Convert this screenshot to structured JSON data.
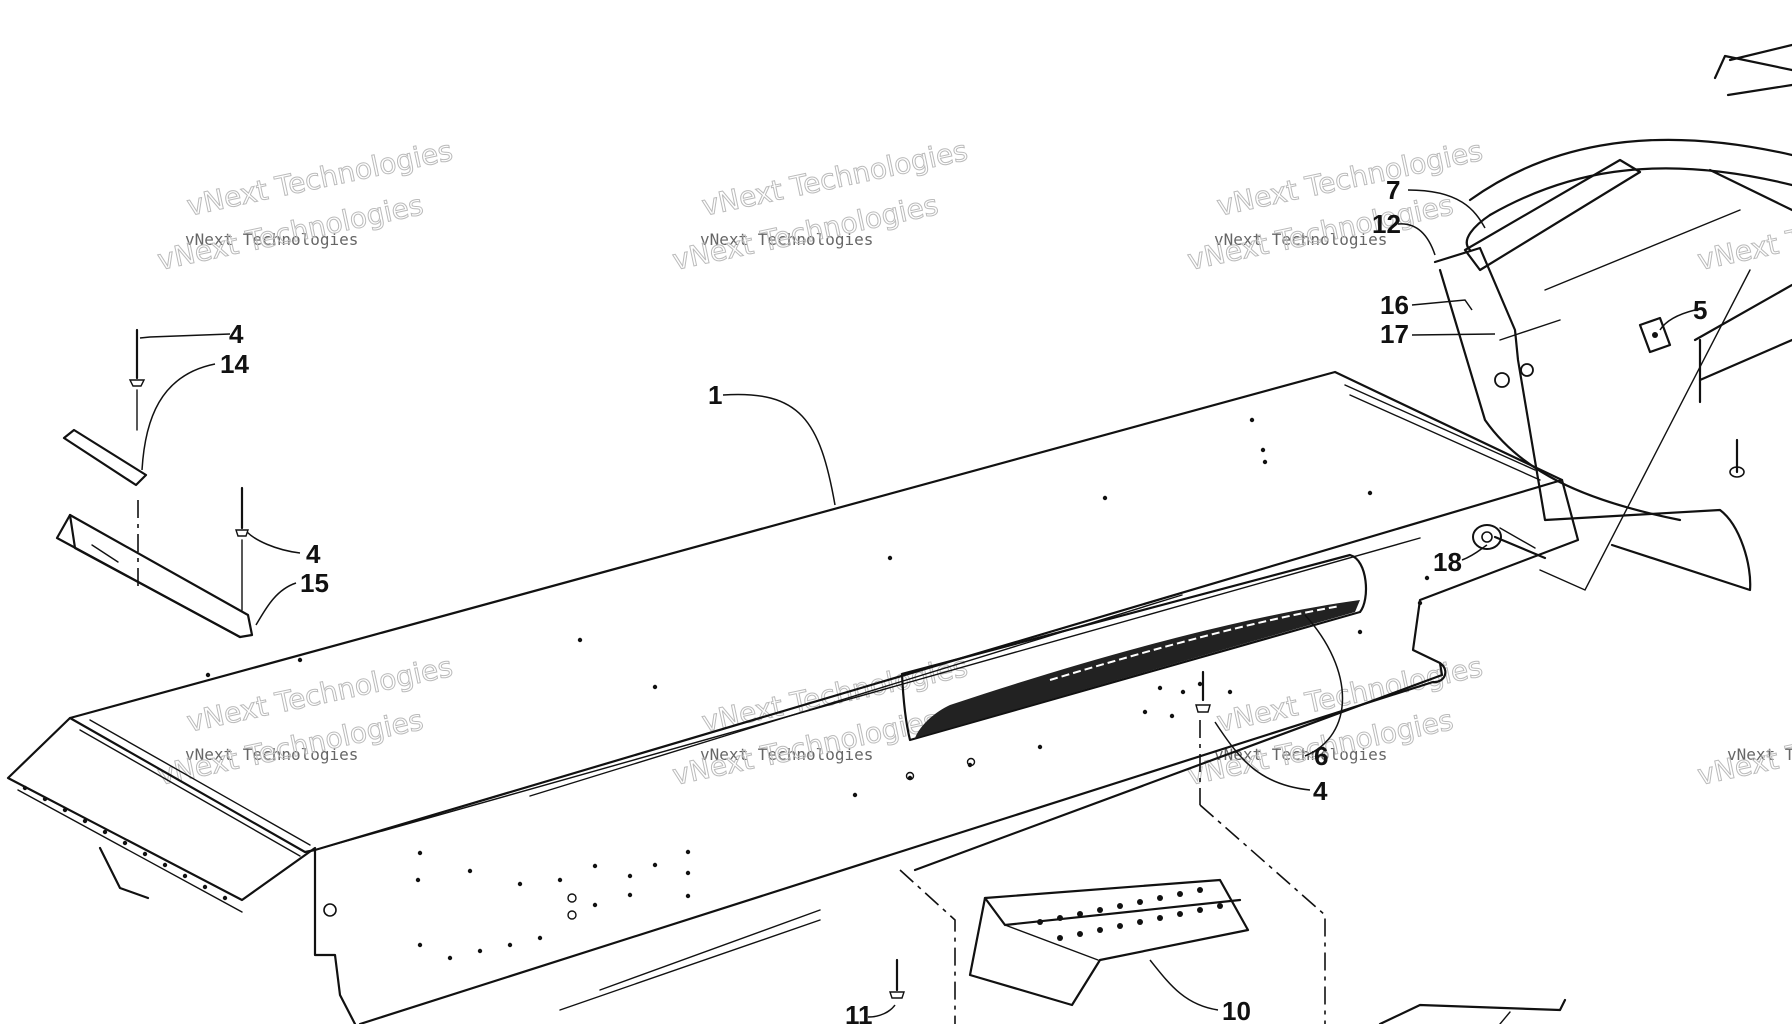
{
  "callouts": {
    "c1": "1",
    "c4a": "4",
    "c14": "14",
    "c4b": "4",
    "c15": "15",
    "c7": "7",
    "c12": "12",
    "c16": "16",
    "c17": "17",
    "c5": "5",
    "c18": "18",
    "c6": "6",
    "c4c": "4",
    "c10": "10",
    "c11": "11"
  },
  "watermark": {
    "line1": "vNext Technologies",
    "line2": "vNext Technologies"
  },
  "colors": {
    "ink": "#111111",
    "paper": "#ffffff",
    "watermark": "#bbbbbb"
  }
}
